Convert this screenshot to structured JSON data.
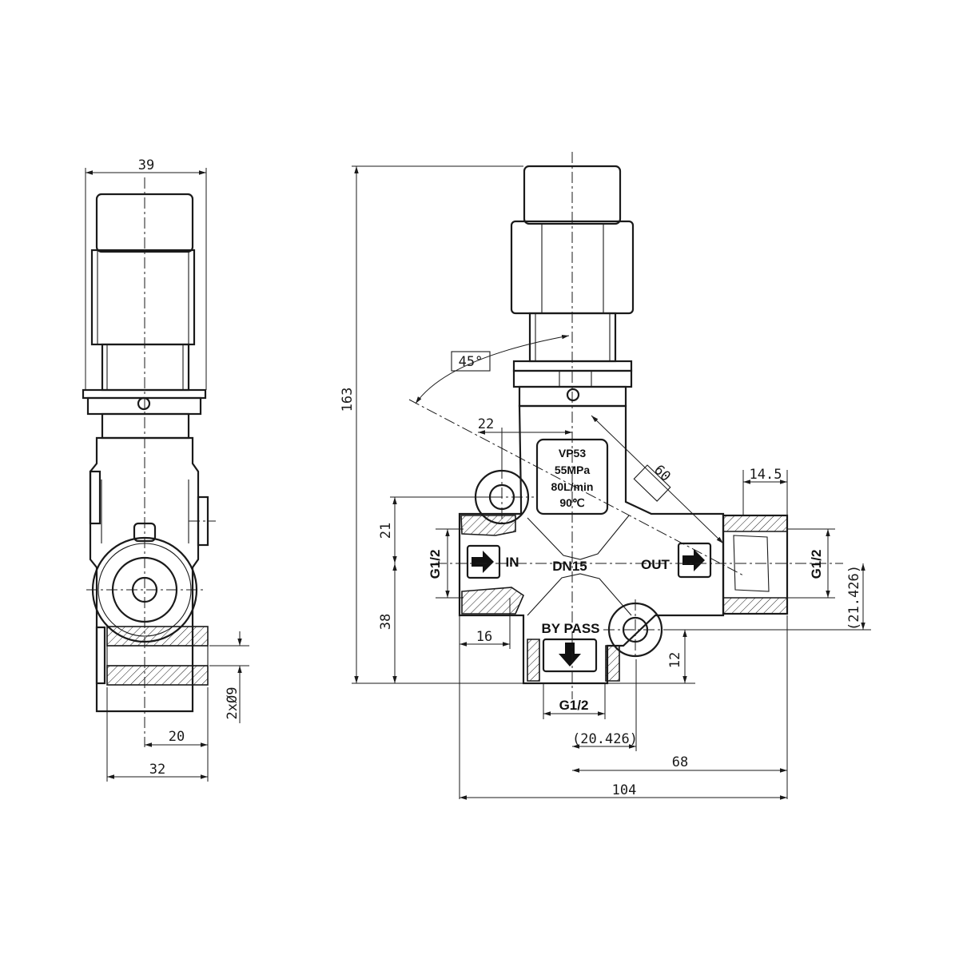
{
  "dimensions": {
    "side_width": "39",
    "side_20": "20",
    "side_32": "32",
    "side_holes": "2xØ9",
    "height_total": "163",
    "angle": "45°",
    "d22": "22",
    "d60": "60",
    "d14_5": "14.5",
    "d21": "21",
    "d38": "38",
    "d16": "16",
    "d12": "12",
    "d21_426": "(21.426)",
    "d20_426": "(20.426)",
    "d68": "68",
    "d104": "104"
  },
  "labels": {
    "port_in": "IN",
    "port_out": "OUT",
    "port_bypass": "BY PASS",
    "dn": "DN15",
    "thread_left": "G1/2",
    "thread_right": "G1/2",
    "thread_bottom": "G1/2"
  },
  "nameplate": {
    "model": "VP53",
    "pressure": "55MPa",
    "flow": "80L/min",
    "temperature": "90℃"
  }
}
